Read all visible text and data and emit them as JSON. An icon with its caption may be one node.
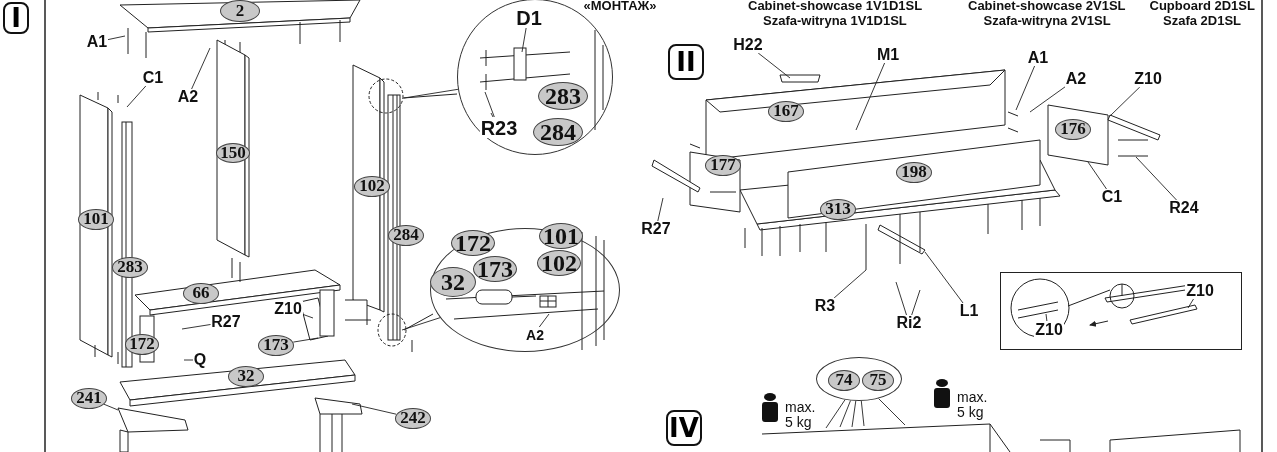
{
  "diagram": {
    "nodes": [
      {
        "text": [
          "I"
        ]
      },
      {
        "text": [
          "2"
        ]
      },
      {
        "text": [
          "A1"
        ]
      },
      {
        "text": [
          "C1"
        ]
      },
      {
        "text": [
          "A2"
        ]
      },
      {
        "text": [
          "150"
        ]
      },
      {
        "text": [
          "101"
        ]
      },
      {
        "text": [
          "102"
        ]
      },
      {
        "text": [
          "284"
        ]
      },
      {
        "text": [
          "283"
        ]
      },
      {
        "text": [],
        "shape": "circle"
      },
      {
        "text": [
          "D1"
        ],
        "in": 10
      },
      {
        "text": [
          "R23"
        ],
        "in": 10
      },
      {
        "text": [
          "283"
        ],
        "in": 10
      },
      {
        "text": [
          "284"
        ],
        "in": 10
      },
      {
        "text": [
          "66"
        ]
      },
      {
        "text": [
          "Z10"
        ]
      },
      {
        "text": [
          "R27"
        ]
      },
      {
        "text": [
          "172"
        ]
      },
      {
        "text": [
          "Q"
        ]
      },
      {
        "text": [
          "173"
        ]
      },
      {
        "text": [
          "32"
        ]
      },
      {
        "text": [
          "241"
        ]
      },
      {
        "text": [
          "242"
        ]
      },
      {
        "text": [],
        "shape": "ellipse"
      },
      {
        "text": [
          "172"
        ],
        "in": 24
      },
      {
        "text": [
          "101"
        ],
        "in": 24
      },
      {
        "text": [
          "173"
        ],
        "in": 24
      },
      {
        "text": [
          "102"
        ],
        "in": 24
      },
      {
        "text": [
          "32"
        ],
        "in": 24
      },
      {
        "text": [
          "A2"
        ],
        "in": 24
      },
      {
        "text": [
          "II"
        ]
      },
      {
        "text": [
          "H22"
        ]
      },
      {
        "text": [
          "M1"
        ]
      },
      {
        "text": [
          "A1"
        ]
      },
      {
        "text": [
          "A2"
        ]
      },
      {
        "text": [
          "Z10"
        ]
      },
      {
        "text": [
          "167"
        ]
      },
      {
        "text": [
          "176"
        ]
      },
      {
        "text": [
          "177"
        ]
      },
      {
        "text": [
          "198"
        ]
      },
      {
        "text": [
          "C1"
        ]
      },
      {
        "text": [
          "R24"
        ]
      },
      {
        "text": [
          "313"
        ]
      },
      {
        "text": [
          "R27"
        ]
      },
      {
        "text": [
          "R3"
        ]
      },
      {
        "text": [
          "Ri2"
        ]
      },
      {
        "text": [
          "L1"
        ]
      },
      {
        "text": [],
        "shape": "box"
      },
      {
        "text": [
          "Z10"
        ],
        "in": 48
      },
      {
        "text": [
          "Z10"
        ],
        "in": 48
      },
      {
        "text": [],
        "shape": "ellipse"
      },
      {
        "text": [
          "74"
        ],
        "in": 51
      },
      {
        "text": [
          "75"
        ],
        "in": 51
      },
      {
        "text": [
          "IV"
        ]
      },
      {
        "text": [],
        "shape": "picture"
      }
    ],
    "edges": [
      {
        "from": 2,
        "to": null,
        "arrow": "none"
      },
      {
        "from": 3,
        "to": null,
        "arrow": "none"
      },
      {
        "from": 4,
        "to": null,
        "arrow": "none"
      },
      {
        "from": 10,
        "to": null,
        "arrow": "none"
      },
      {
        "from": 11,
        "to": null,
        "arrow": "none"
      },
      {
        "from": 12,
        "to": null,
        "arrow": "none"
      },
      {
        "from": 12,
        "to": null,
        "arrow": "none"
      },
      {
        "from": 16,
        "to": null,
        "arrow": "none"
      },
      {
        "from": 17,
        "to": null,
        "arrow": "none"
      },
      {
        "from": 19,
        "to": null,
        "arrow": "none"
      },
      {
        "from": 20,
        "to": null,
        "arrow": "none"
      },
      {
        "from": 22,
        "to": null,
        "arrow": "none"
      },
      {
        "from": 23,
        "to": null,
        "arrow": "none"
      },
      {
        "from": 24,
        "to": null,
        "arrow": "none"
      },
      {
        "from": 30,
        "to": null,
        "arrow": "none"
      },
      {
        "from": 32,
        "to": null,
        "arrow": "none"
      },
      {
        "from": 33,
        "to": null,
        "arrow": "none"
      },
      {
        "from": 34,
        "to": null,
        "arrow": "none"
      },
      {
        "from": 35,
        "to": null,
        "arrow": "none"
      },
      {
        "from": 36,
        "to": null,
        "arrow": "none"
      },
      {
        "from": 41,
        "to": null,
        "arrow": "none"
      },
      {
        "from": 42,
        "to": null,
        "arrow": "none"
      },
      {
        "from": 44,
        "to": null,
        "arrow": "none"
      },
      {
        "from": 45,
        "to": null,
        "arrow": "none"
      },
      {
        "from": 46,
        "to": null,
        "arrow": "none"
      },
      {
        "from": 46,
        "to": null,
        "arrow": "none"
      },
      {
        "from": 47,
        "to": null,
        "arrow": "none"
      },
      {
        "from": 49,
        "to": null,
        "arrow": "none"
      },
      {
        "from": 50,
        "to": null,
        "arrow": "none"
      },
      {
        "from": 51,
        "to": 55,
        "arrow": "none"
      },
      {
        "from": 51,
        "to": 55,
        "arrow": "none"
      },
      {
        "from": 51,
        "to": 55,
        "arrow": "none"
      },
      {
        "from": 51,
        "to": 55,
        "arrow": "none"
      },
      {
        "from": 51,
        "to": 55,
        "arrow": "none"
      }
    ],
    "labels": [
      "«МОНТАЖ»",
      "Cabinet-showcase 1V1D1SL",
      "Szafa-witryna  1V1D1SL",
      "Cabinet-showcase 2V1SL",
      "Szafa-witryna 2V1SL",
      "Cupboard 2D1SL",
      "Szafa 2D1SL",
      "max. 5 kg",
      "max. 5 kg"
    ]
  }
}
